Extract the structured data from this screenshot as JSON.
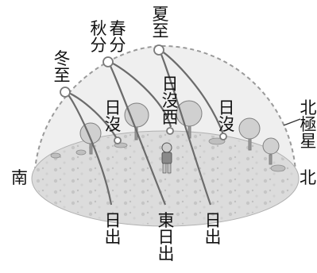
{
  "labels": {
    "winter_solstice": [
      "冬",
      "至"
    ],
    "equinox_left": [
      "秋",
      "分"
    ],
    "equinox_right": [
      "春",
      "分"
    ],
    "summer_solstice": [
      "夏",
      "至"
    ],
    "sunset_left": [
      "日",
      "沒"
    ],
    "sunset_west": [
      "日",
      "沒",
      "西"
    ],
    "sunset_right": [
      "日",
      "沒"
    ],
    "polaris": [
      "北",
      "極",
      "星"
    ],
    "south": "南",
    "north": "北",
    "sunrise_left": [
      "日",
      "出"
    ],
    "sunrise_east": [
      "東",
      "日",
      "出"
    ],
    "sunrise_right": [
      "日",
      "出"
    ]
  },
  "colors": {
    "dome_fill": "#e9e9e9",
    "dome_edge": "#9a9a9a",
    "ground": "#d9d9d9",
    "path_line": "#6b6b6b",
    "tree": "#bdbdbd"
  }
}
